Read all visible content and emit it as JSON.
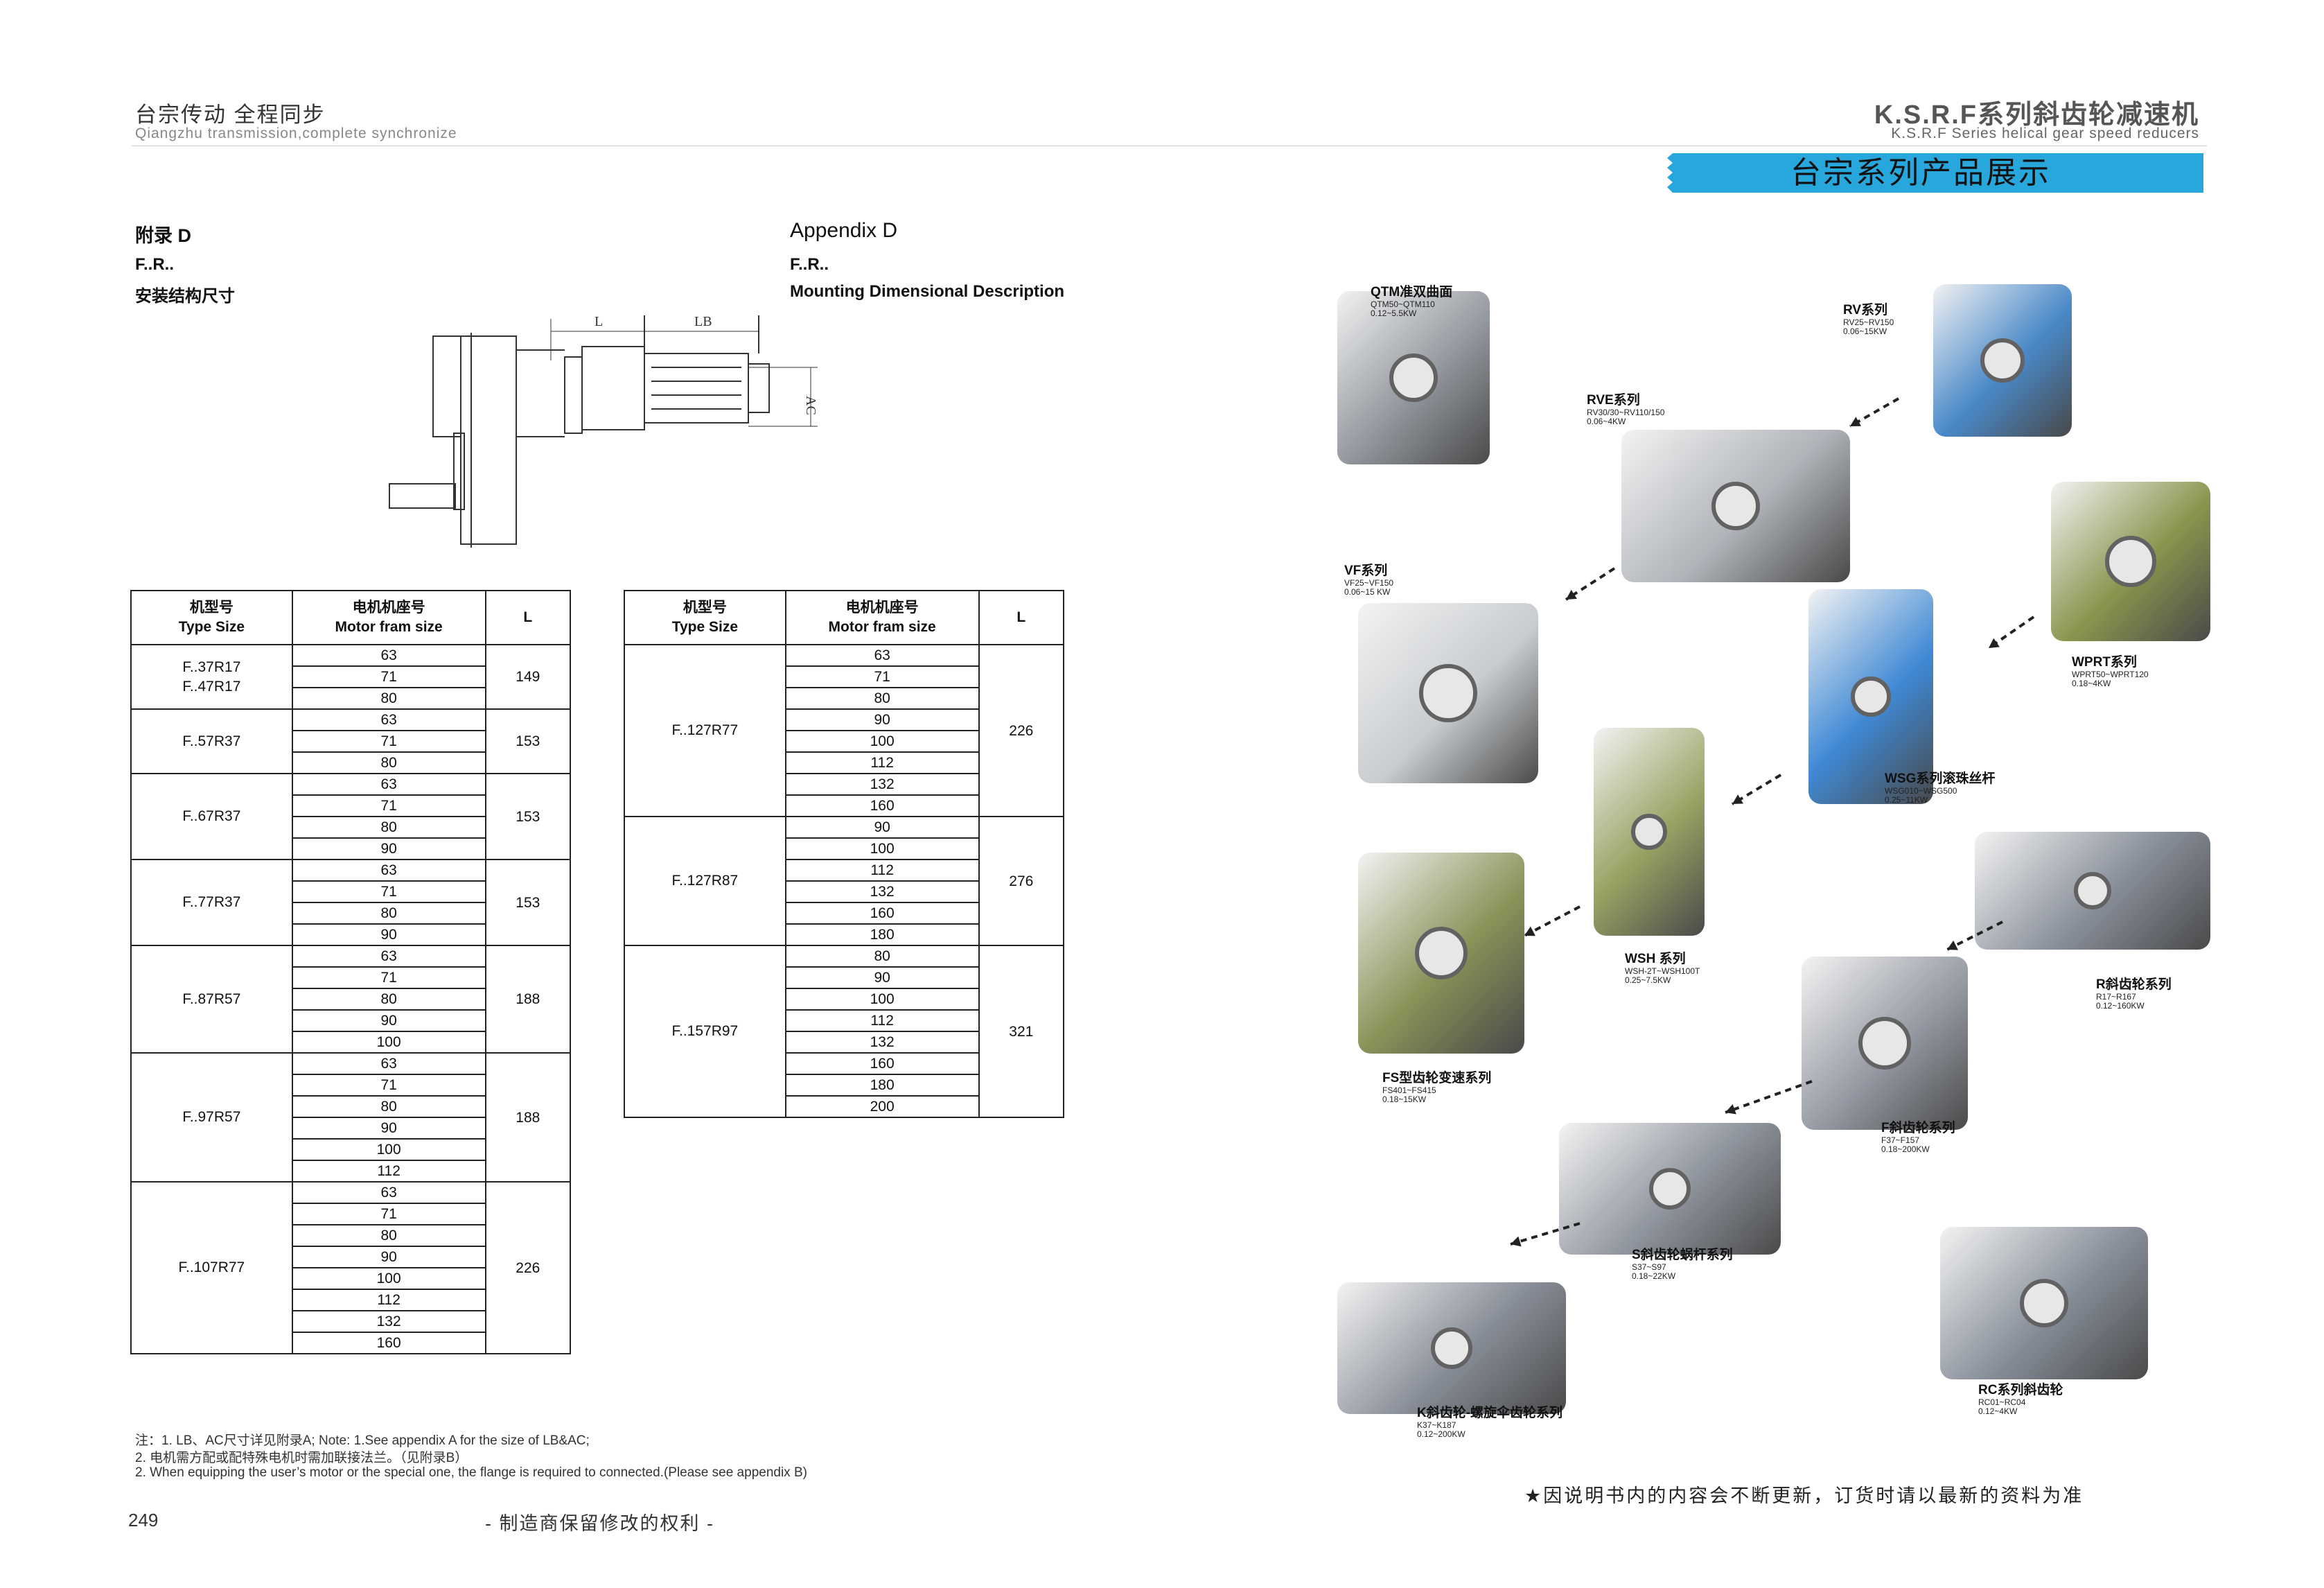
{
  "header": {
    "left_cn": "台宗传动   全程同步",
    "left_en": "Qiangzhu transmission,complete synchronize",
    "right_cn": "K.S.R.F系列斜齿轮减速机",
    "right_en": "K.S.R.F Series helical gear speed reducers",
    "banner": "台宗系列产品展示"
  },
  "section": {
    "title_cn": "附录 D",
    "title_en": "Appendix D",
    "model_cn": "F..R..",
    "model_en": "F..R..",
    "subtitle_cn": "安装结构尺寸",
    "subtitle_en": "Mounting  Dimensional  Description",
    "drawing_labels": {
      "L": "L",
      "LB": "LB",
      "AC": "AC"
    }
  },
  "table_headers": {
    "type_cn": "机型号",
    "type_en": "Type Size",
    "motor_cn": "电机机座号",
    "motor_en": "Motor fram size",
    "l": "L"
  },
  "table_left": [
    {
      "type": "F..37R17\nF..47R17",
      "sizes": [
        "63",
        "71",
        "80"
      ],
      "L": "149"
    },
    {
      "type": "F..57R37",
      "sizes": [
        "63",
        "71",
        "80"
      ],
      "L": "153"
    },
    {
      "type": "F..67R37",
      "sizes": [
        "63",
        "71",
        "80",
        "90"
      ],
      "L": "153"
    },
    {
      "type": "F..77R37",
      "sizes": [
        "63",
        "71",
        "80",
        "90"
      ],
      "L": "153"
    },
    {
      "type": "F..87R57",
      "sizes": [
        "63",
        "71",
        "80",
        "90",
        "100"
      ],
      "L": "188"
    },
    {
      "type": "F..97R57",
      "sizes": [
        "63",
        "71",
        "80",
        "90",
        "100",
        "112"
      ],
      "L": "188"
    },
    {
      "type": "F..107R77",
      "sizes": [
        "63",
        "71",
        "80",
        "90",
        "100",
        "112",
        "132",
        "160"
      ],
      "L": "226"
    }
  ],
  "table_right": [
    {
      "type": "F..127R77",
      "sizes": [
        "63",
        "71",
        "80",
        "90",
        "100",
        "112",
        "132",
        "160"
      ],
      "L": "226"
    },
    {
      "type": "F..127R87",
      "sizes": [
        "90",
        "100",
        "112",
        "132",
        "160",
        "180"
      ],
      "L": "276"
    },
    {
      "type": "F..157R97",
      "sizes": [
        "80",
        "90",
        "100",
        "112",
        "132",
        "160",
        "180",
        "200"
      ],
      "L": "321"
    }
  ],
  "notes": [
    "注：1. LB、AC尺寸详见附录A;          Note: 1.See appendix A for the size of LB&AC;",
    "2. 电机需方配或配特殊电机时需加联接法兰。（见附录B）",
    "2. When equipping the user’s motor or the special one, the flange is required to connected.(Please see appendix B)"
  ],
  "footer": {
    "page_number": "249",
    "center": "- 制造商保留修改的权利 -",
    "right": "★因说明书内的内容会不断更新，订货时请以最新的资料为准"
  },
  "products": [
    {
      "name": "QTM准双曲面",
      "range": "QTM50~QTM110",
      "power": "0.12~5.5KW",
      "color": "#8a8f96"
    },
    {
      "name": "RV系列",
      "range": "RV25~RV150",
      "power": "0.06~15KW",
      "color": "#3a7fc4"
    },
    {
      "name": "RVE系列",
      "range": "RV30/30~RV110/150",
      "power": "0.06~4KW",
      "color": "#a9adb3"
    },
    {
      "name": "VF系列",
      "range": "VF25~VF150",
      "power": "0.06~15 KW",
      "color": "#c4c8cc"
    },
    {
      "name": "WPRT系列",
      "range": "WPRT50~WPRT120",
      "power": "0.18~4KW",
      "color": "#7f8c3e"
    },
    {
      "name": "WSG系列滚珠丝杆",
      "range": "WSG010~WSG500",
      "power": "0.25~11KW",
      "color": "#2f7fd1"
    },
    {
      "name": "WSH 系列",
      "range": "WSH-2T~WSH100T",
      "power": "0.25~7.5KW",
      "color": "#8f9a55"
    },
    {
      "name": "R斜齿轮系列",
      "range": "R17~R167",
      "power": "0.12~160KW",
      "color": "#7f8692"
    },
    {
      "name": "FS型齿轮变速系列",
      "range": "FS401~FS415",
      "power": "0.18~15KW",
      "color": "#7e8a4a"
    },
    {
      "name": "F斜齿轮系列",
      "range": "F37~F157",
      "power": "0.18~200KW",
      "color": "#8c919b"
    },
    {
      "name": "S斜齿轮蜗杆系列",
      "range": "S37~S97",
      "power": "0.18~22KW",
      "color": "#858b95"
    },
    {
      "name": "K斜齿轮-螺旋伞齿轮系列",
      "range": "K37~K187",
      "power": "0.12~200KW",
      "color": "#7d838e"
    },
    {
      "name": "RC系列斜齿轮",
      "range": "RC01~RC04",
      "power": "0.12~4KW",
      "color": "#7d8591"
    }
  ]
}
